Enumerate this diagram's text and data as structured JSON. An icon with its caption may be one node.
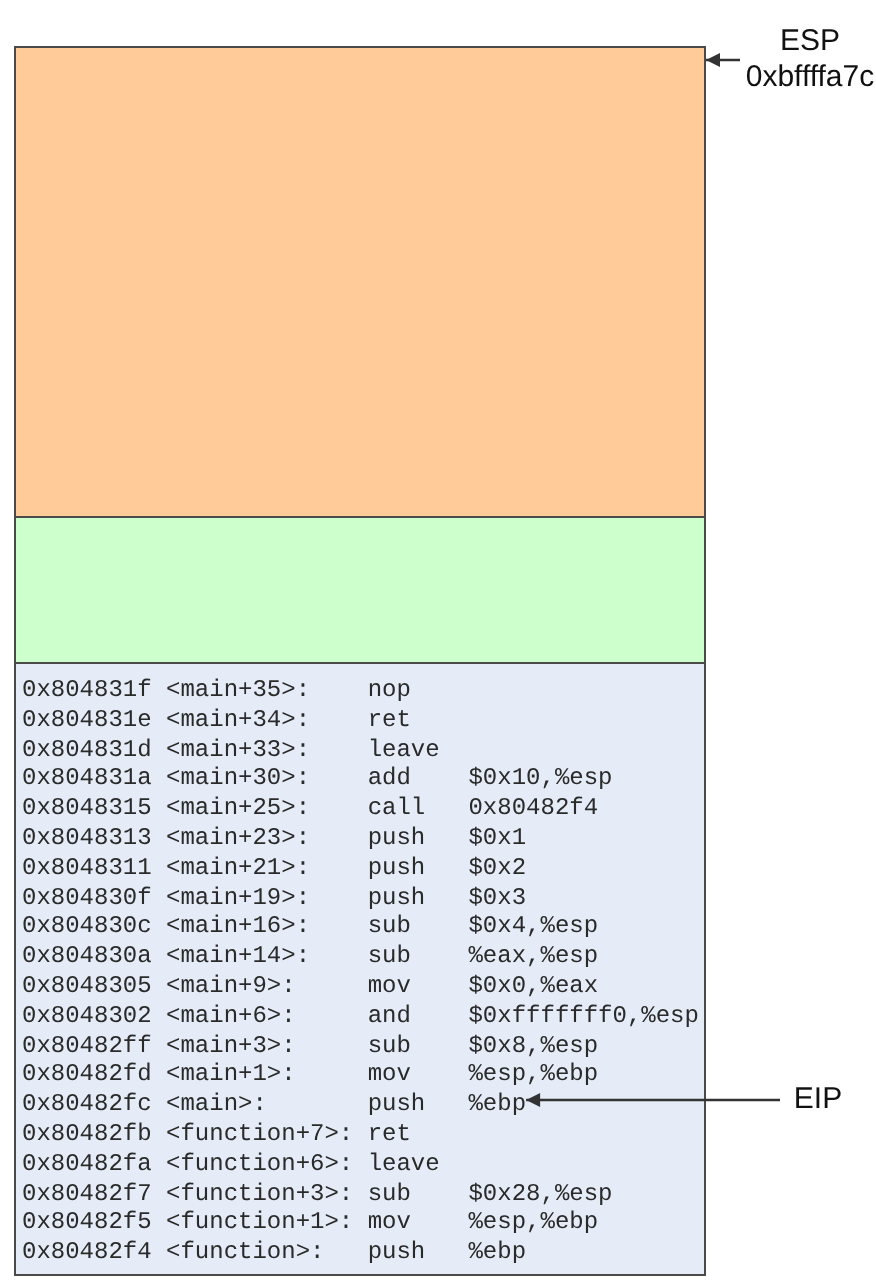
{
  "diagram": {
    "nodes": [
      {
        "text": [],
        "shape": "box"
      },
      {
        "text": [
          "ESP",
          "0xbffffa7c"
        ]
      },
      {
        "text": [],
        "shape": "box"
      },
      {
        "text": [],
        "shape": "box"
      },
      {
        "text": [
          "0x804831f <main+35>:",
          "nop"
        ],
        "in": 3
      },
      {
        "text": [
          "0x804831e <main+34>:",
          "ret"
        ],
        "in": 3
      },
      {
        "text": [
          "0x804831d <main+33>:",
          "leave"
        ],
        "in": 3
      },
      {
        "text": [
          "0x804831a <main+30>:",
          "add",
          "$0x10,%esp"
        ],
        "in": 3
      },
      {
        "text": [
          "0x8048315 <main+25>:",
          "call",
          "0x80482f4"
        ],
        "in": 3
      },
      {
        "text": [
          "0x8048313 <main+23>:",
          "push",
          "$0x1"
        ],
        "in": 3
      },
      {
        "text": [
          "0x8048311 <main+21>:",
          "push",
          "$0x2"
        ],
        "in": 3
      },
      {
        "text": [
          "0x804830f <main+19>:",
          "push",
          "$0x3"
        ],
        "in": 3
      },
      {
        "text": [
          "0x804830c <main+16>:",
          "sub",
          "$0x4,%esp"
        ],
        "in": 3
      },
      {
        "text": [
          "0x804830a <main+14>:",
          "sub",
          "%eax,%esp"
        ],
        "in": 3
      },
      {
        "text": [
          "0x8048305 <main+9>:",
          "mov",
          "$0x0,%eax"
        ],
        "in": 3
      },
      {
        "text": [
          "0x8048302 <main+6>:",
          "and",
          "$0xfffffff0,%esp"
        ],
        "in": 3
      },
      {
        "text": [
          "0x80482ff <main+3>:",
          "sub",
          "$0x8,%esp"
        ],
        "in": 3
      },
      {
        "text": [
          "0x80482fd <main+1>:",
          "mov",
          "%esp,%ebp"
        ],
        "in": 3
      },
      {
        "text": [
          "0x80482fc <main>:",
          "push",
          "%ebp"
        ],
        "in": 3
      },
      {
        "text": [
          "0x80482fb <function+7>:",
          "ret"
        ],
        "in": 3
      },
      {
        "text": [
          "0x80482fa <function+6>:",
          "leave"
        ],
        "in": 3
      },
      {
        "text": [
          "0x80482f7 <function+3>:",
          "sub",
          "$0x28,%esp"
        ],
        "in": 3
      },
      {
        "text": [
          "0x80482f5 <function+1>:",
          "mov",
          "%esp,%ebp"
        ],
        "in": 3
      },
      {
        "text": [
          "0x80482f4 <function>:",
          "push",
          "%ebp"
        ],
        "in": 3
      },
      {
        "text": [
          "EIP"
        ]
      }
    ],
    "edges": [
      {
        "from": 1,
        "to": 0,
        "arrow": "to"
      },
      {
        "from": 24,
        "to": 18,
        "arrow": "to"
      }
    ]
  }
}
